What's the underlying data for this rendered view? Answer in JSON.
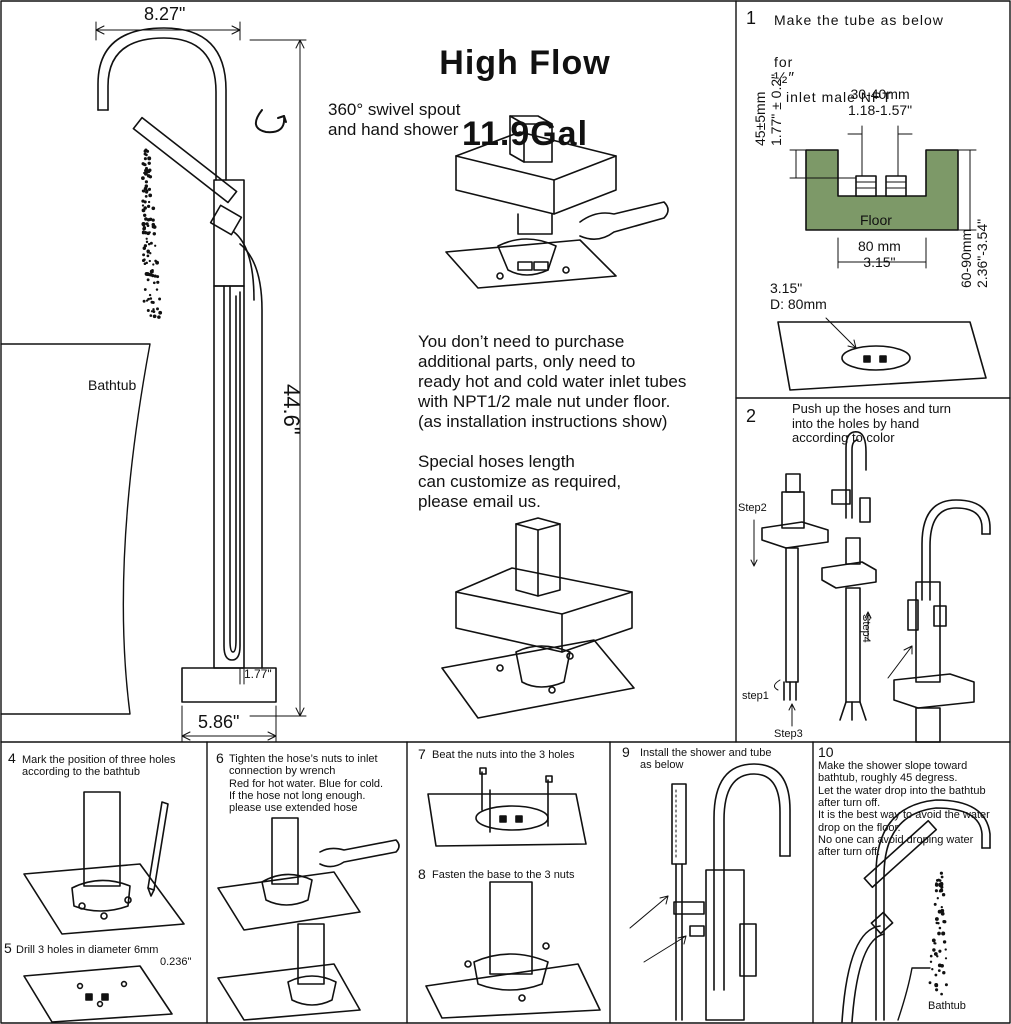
{
  "title": {
    "line1": "High Flow",
    "line2": "11.9Gal"
  },
  "dimensions": {
    "spout_reach": "8.27\"",
    "height": "44.6\"",
    "base_width": "5.86\"",
    "base_offset": "1.77\""
  },
  "labels": {
    "bathtub": "Bathtub",
    "swivel": "360° swivel spout\nand hand shower",
    "info1": "You don’t need to purchase\nadditional parts, only need to\nready hot and cold water inlet tubes\nwith NPT1/2 male nut under floor.\n(as installation instructions show)",
    "info2": "Special hoses length\ncan customize as required,\nplease email us."
  },
  "step1": {
    "num": "1",
    "text_a": "Make the tube as below",
    "text_b_prefix": "for",
    "fraction": "½″",
    "text_b_suffix": "inlet male NPT",
    "dim_gap": "30-40mm\n1.18-1.57\"",
    "dim_height": "45±5mm\n1.77\" ± 0.2\"",
    "floor": "Floor",
    "dim_width": "80 mm\n3.15\"",
    "dim_depth": "60-90mm\n2.36\"-3.54\"",
    "hole": "3.15\"\nD: 80mm"
  },
  "step2": {
    "num": "2",
    "text": "Push up the hoses and turn\ninto the holes by hand\naccording to color",
    "step1": "step1",
    "step2": "Step2",
    "step3": "Step3",
    "step4": "Step4"
  },
  "step4": {
    "num": "4",
    "text": "Mark the position of three holes\naccording to the bathtub"
  },
  "step5": {
    "num": "5",
    "text": "Drill 3 holes in diameter 6mm",
    "size": "0.236\""
  },
  "step6": {
    "num": "6",
    "text": "Tighten the hose’s nuts to inlet\nconnection by wrench\nRed for hot water. Blue for cold.\nIf the hose not long enough.\nplease use extended hose"
  },
  "step7": {
    "num": "7",
    "text": "Beat the nuts into the 3 holes"
  },
  "step8": {
    "num": "8",
    "text": "Fasten the base to the 3 nuts"
  },
  "step9": {
    "num": "9",
    "text": "Install the shower and tube\nas below"
  },
  "step10": {
    "num": "10",
    "text": "Make the shower slope toward\nbathtub, roughly 45 degress.\nLet the water drop into the bathtub\nafter turn off.\nIt is the best way to avoid the water\ndrop on the floor.\nNo one can avoid droping water\nafter turn off.",
    "bathtub": "Bathtub"
  },
  "colors": {
    "floor_fill": "#7d9968",
    "line": "#111111"
  }
}
